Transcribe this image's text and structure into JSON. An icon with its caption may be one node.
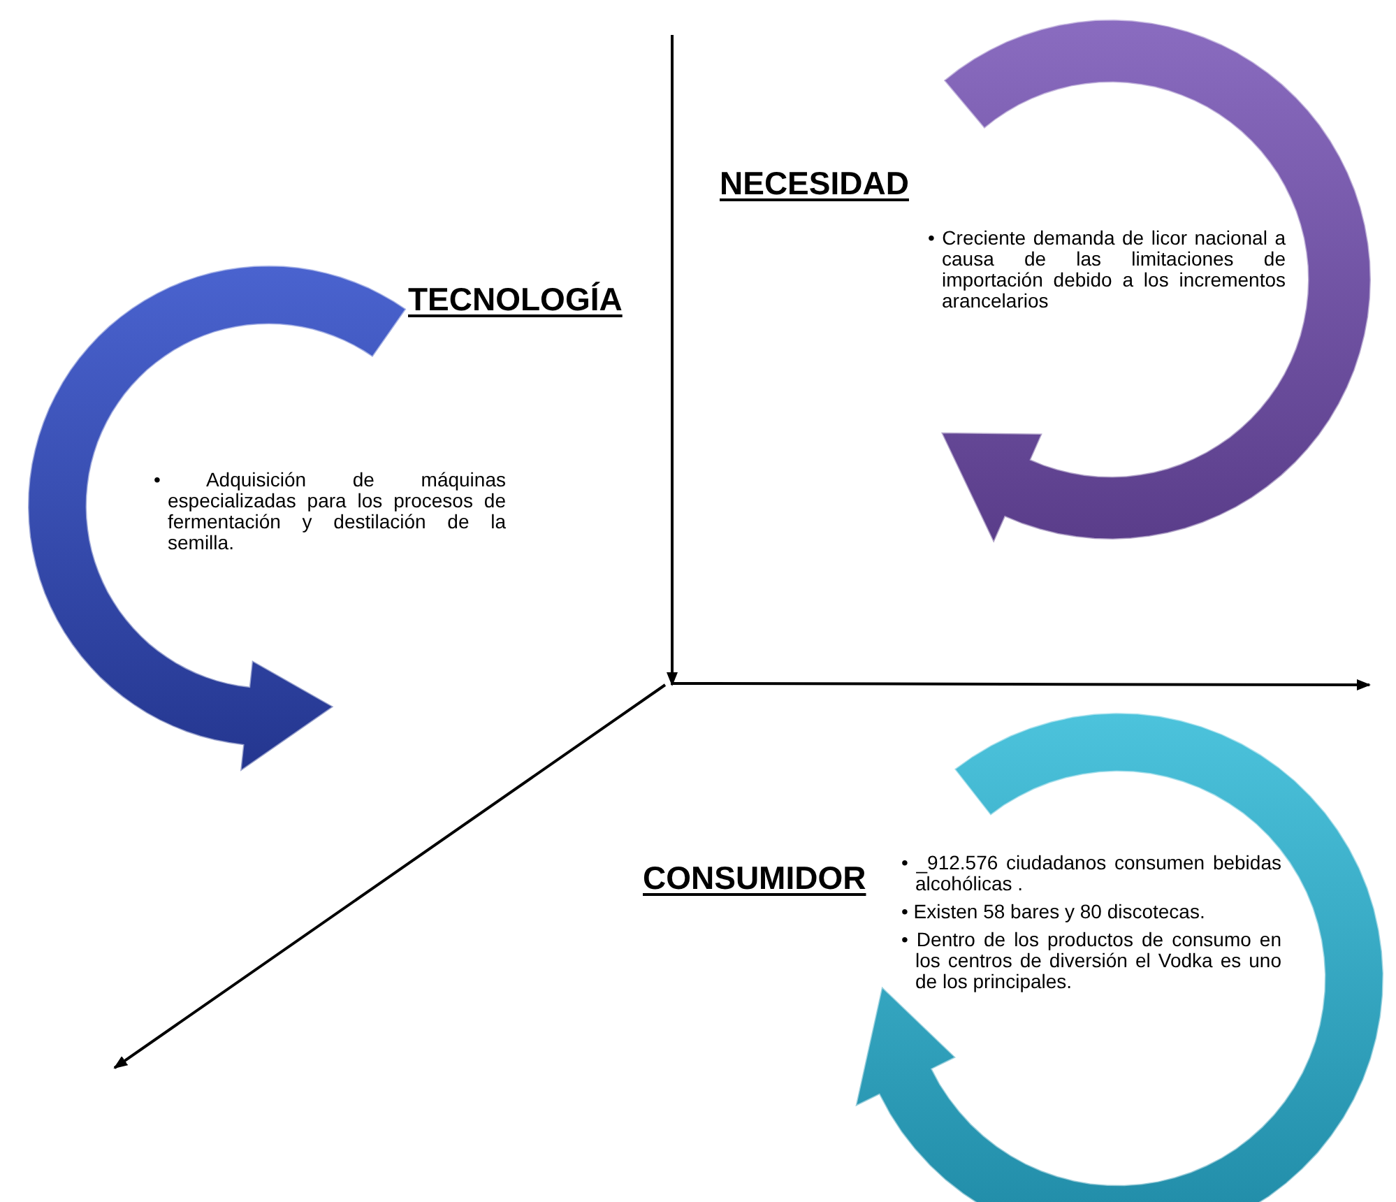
{
  "diagram": {
    "nodes": [
      {
        "text": [
          "NECESIDAD",
          "• Creciente demanda de licor nacional a causa de las limitaciones de importación debido a los incrementos arancelarios"
        ]
      },
      {
        "text": [
          "TECNOLOGÍA",
          "• Adquisición de máquinas especializadas para los procesos de fermentación y destilación de la semilla."
        ]
      },
      {
        "text": [
          "CONSUMIDOR",
          "• _912.576 ciudadanos consumen bebidas alcohólicas .",
          "• Existen 58 bares y 80 discotecas.",
          "• Dentro de los productos de consumo en los centros de diversión el Vodka es uno de los principales."
        ]
      }
    ],
    "edges": []
  }
}
